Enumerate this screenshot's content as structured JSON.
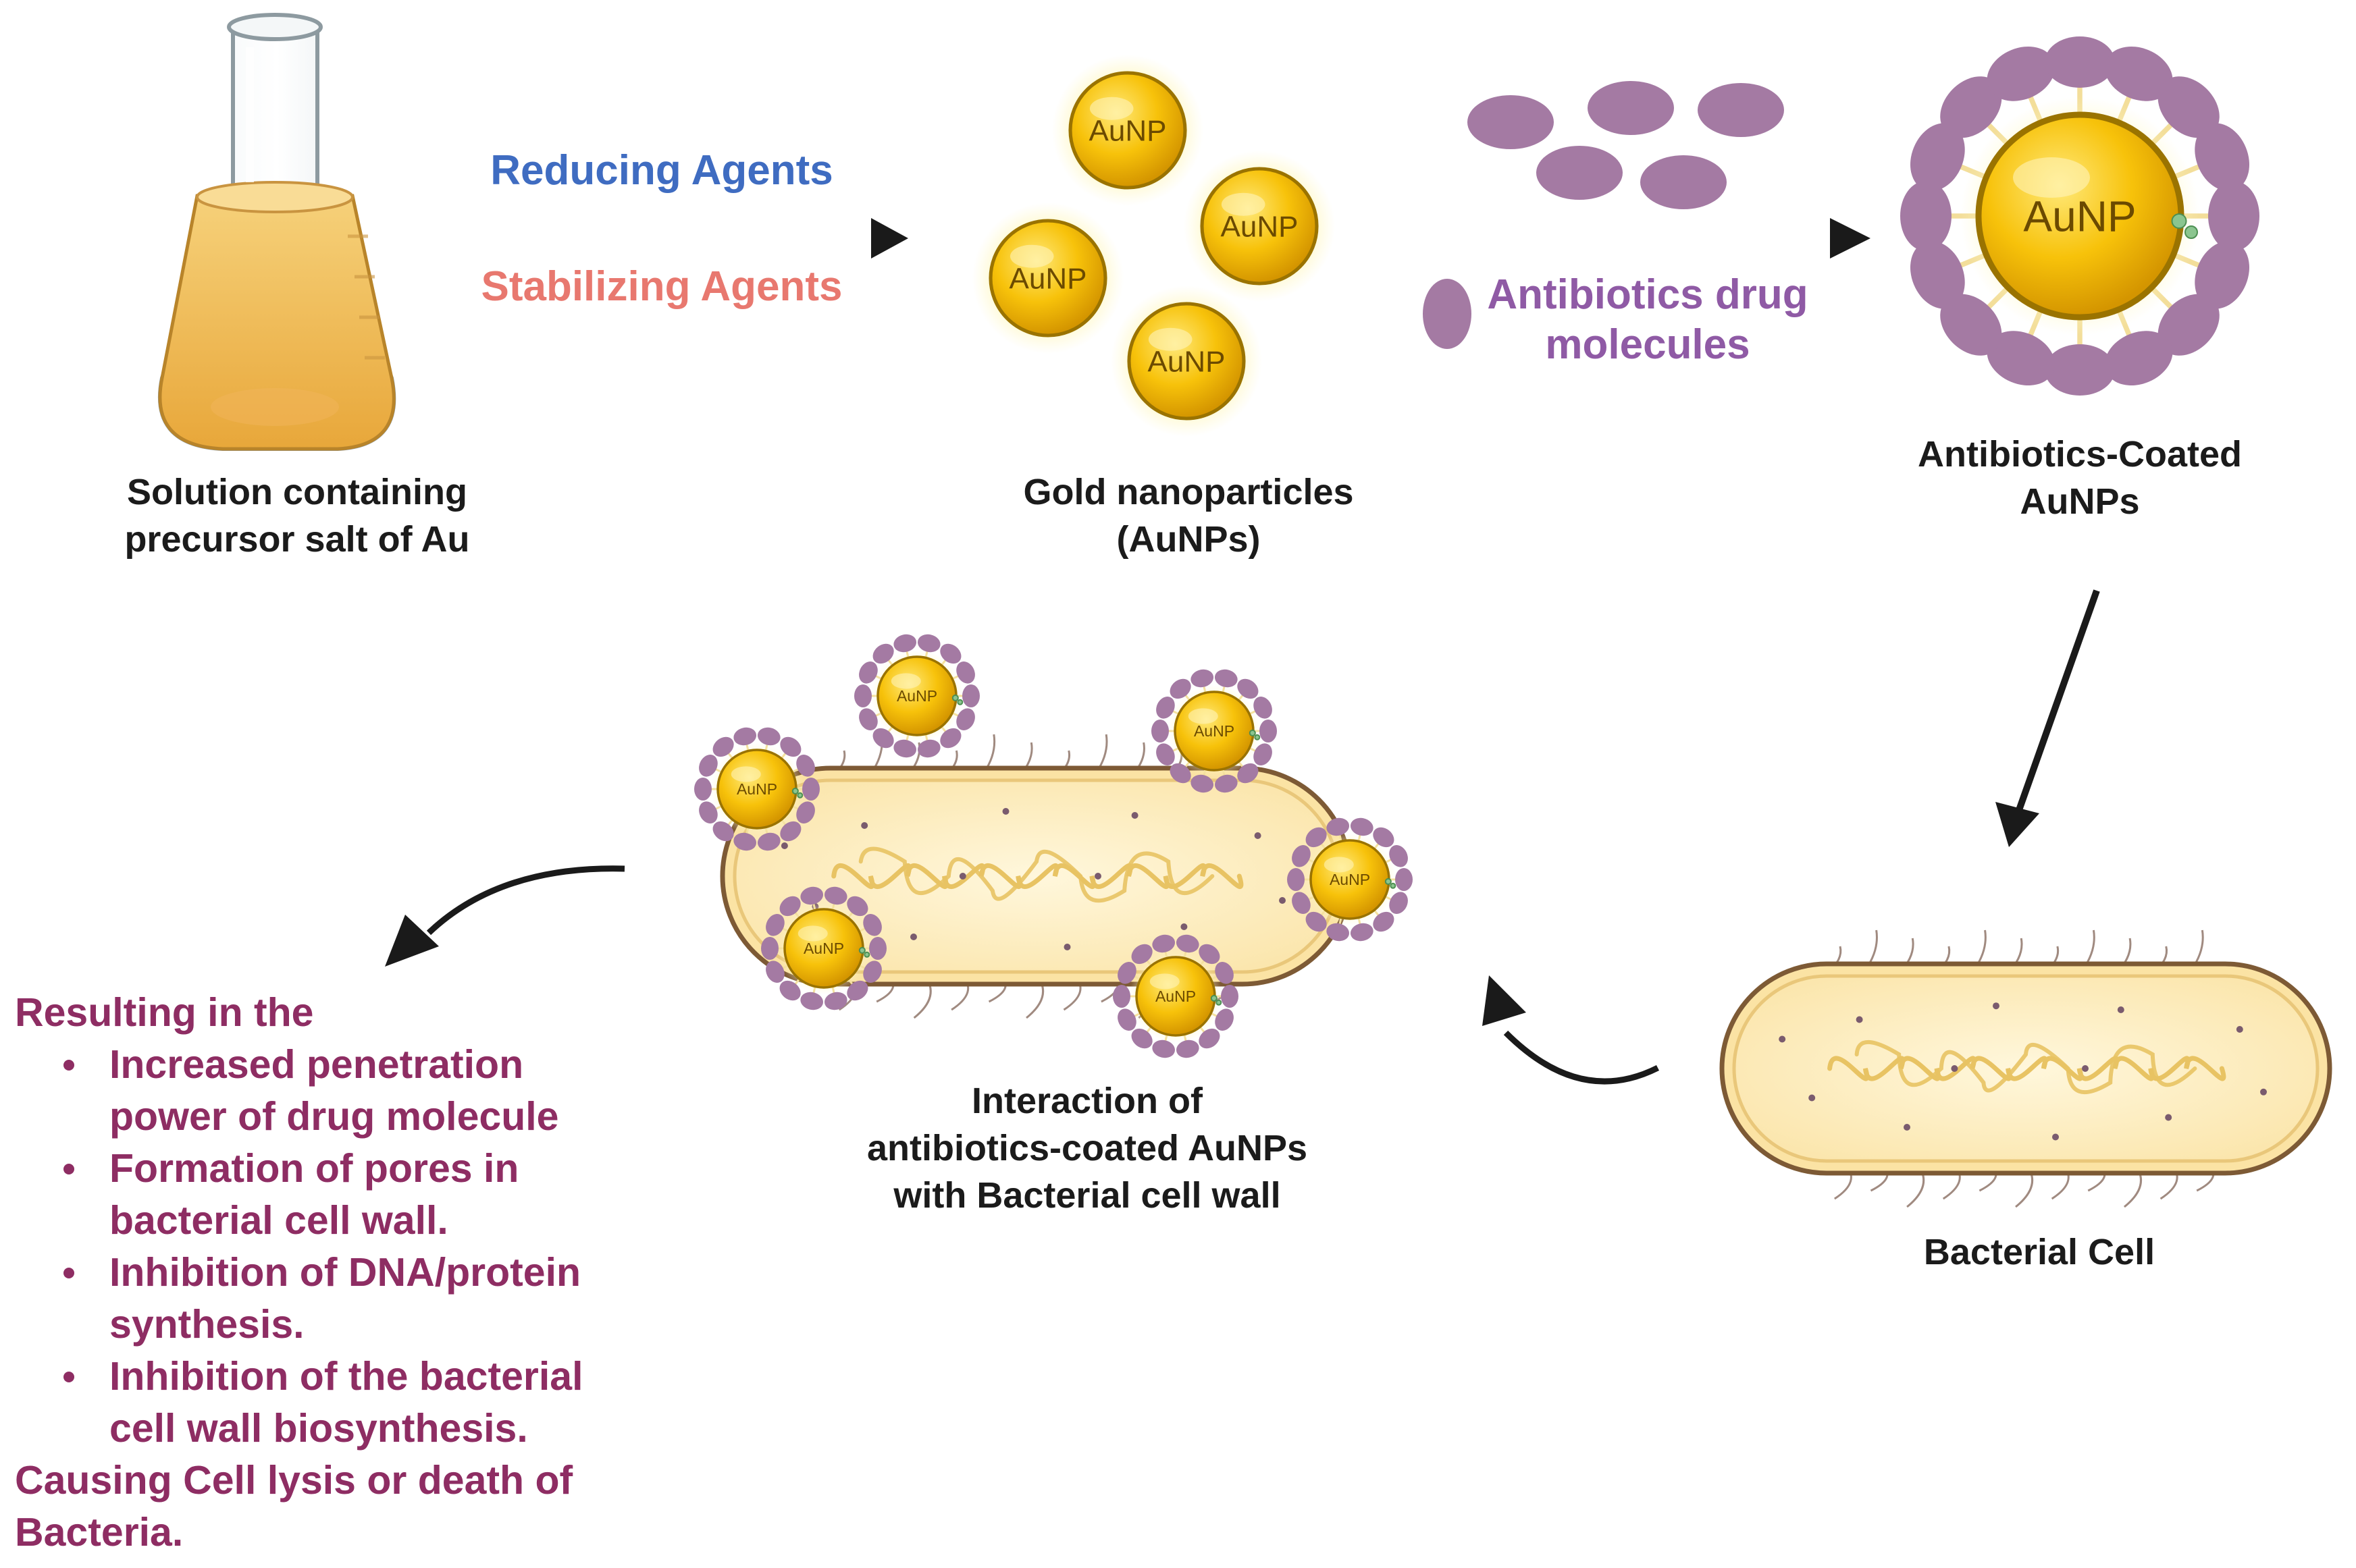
{
  "labels": {
    "reducing_agents": "Reducing Agents",
    "stabilizing_agents": "Stabilizing Agents",
    "antibiotics_drug": [
      "Antibiotics drug",
      "molecules"
    ],
    "solution": [
      "Solution containing",
      "precursor salt of Au"
    ],
    "gold_nanoparticles": [
      "Gold nanoparticles",
      "(AuNPs)"
    ],
    "coated_aunps": [
      "Antibiotics-Coated",
      "AuNPs"
    ],
    "interaction": [
      "Interaction of",
      "antibiotics-coated AuNPs",
      "with Bacterial cell wall"
    ],
    "bacterial_cell": "Bacterial Cell"
  },
  "particle_label": "AuNP",
  "results": {
    "intro": "Resulting in the",
    "items": [
      [
        "Increased penetration",
        "power of drug molecule"
      ],
      [
        "Formation of pores in",
        "bacterial cell wall."
      ],
      [
        "Inhibition of DNA/protein",
        "synthesis."
      ],
      [
        "Inhibition of the bacterial",
        "cell wall biosynthesis."
      ]
    ],
    "outcome": [
      "Causing Cell lysis or death of",
      "Bacteria."
    ]
  },
  "colors": {
    "gold": "#f2b705",
    "gold_dark": "#9a7300",
    "drug_purple": "#a47aa3",
    "membrane_brown": "#7d5a35",
    "cytoplasm": "#fdf0c9",
    "arrow": "#1a1a1a",
    "results_text": "#8e2d63"
  }
}
